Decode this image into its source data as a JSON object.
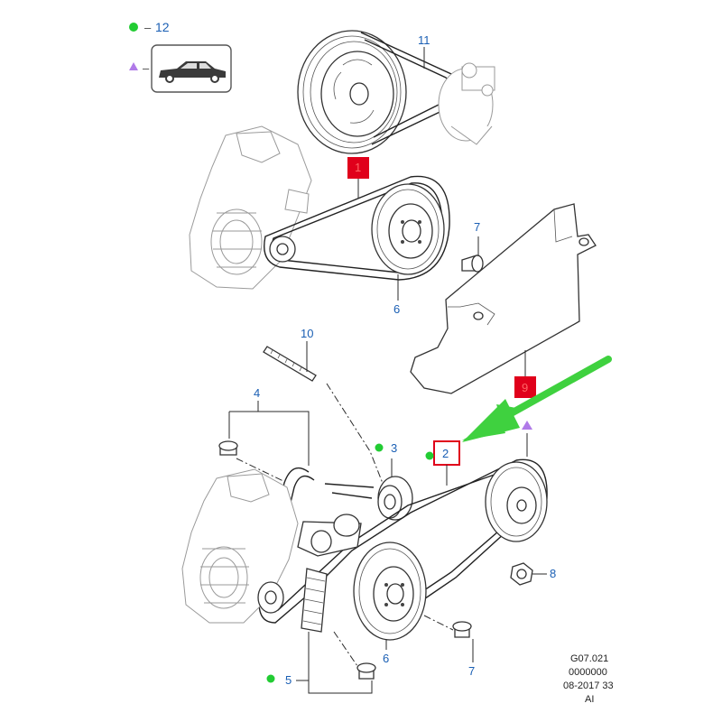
{
  "legend": {
    "dot_item": "12",
    "dot_color": "#22cc33",
    "triangle_color": "#b07ae8",
    "car_icon": "sedan-car-icon"
  },
  "callouts": {
    "c1_upper": "1",
    "c11": "11",
    "c7_upper": "7",
    "c6_upper": "6",
    "c9": "9",
    "c10": "10",
    "c4": "4",
    "c3": "3",
    "c2": "2",
    "c8": "8",
    "c6_lower": "6",
    "c7_lower": "7",
    "c5": "5"
  },
  "highlight_color": "#e0001b",
  "arrow_color": "#3fd13f",
  "reference": {
    "line1": "G07.021",
    "line2": "0000000",
    "line3": "08-2017 33",
    "line4": "AI"
  }
}
